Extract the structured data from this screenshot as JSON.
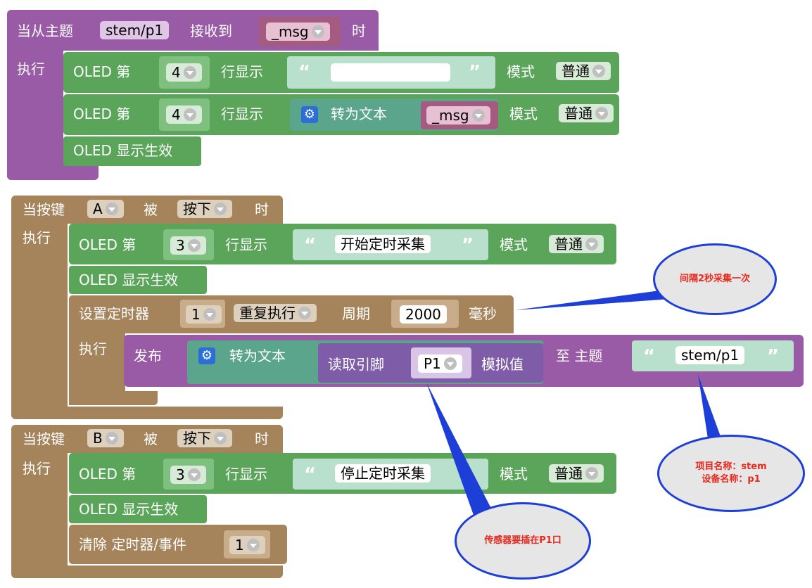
{
  "block1": {
    "hat": {
      "prefix": "当从主题",
      "topic": "stem/p1",
      "middle": "接收到",
      "var": "_msg",
      "suffix": "时"
    },
    "exec_label": "执行",
    "row1": {
      "oled": "OLED 第",
      "line": "4",
      "show": "行显示",
      "mode_label": "模式",
      "mode": "普通"
    },
    "row2": {
      "oled": "OLED 第",
      "line": "4",
      "show": "行显示",
      "convert": "转为文本",
      "var": "_msg",
      "mode_label": "模式",
      "mode": "普通"
    },
    "row3": {
      "label": "OLED 显示生效"
    }
  },
  "block2": {
    "hat": {
      "prefix": "当按键",
      "key": "A",
      "middle": "被",
      "action": "按下",
      "suffix": "时"
    },
    "exec_label": "执行",
    "row1": {
      "oled": "OLED 第",
      "line": "3",
      "show": "行显示",
      "text": "开始定时采集",
      "mode_label": "模式",
      "mode": "普通"
    },
    "row2": {
      "label": "OLED 显示生效"
    },
    "timer": {
      "label": "设置定时器",
      "id": "1",
      "repeat": "重复执行",
      "period_label": "周期",
      "period": "2000",
      "unit": "毫秒"
    },
    "exec_label2": "执行",
    "publish": {
      "label": "发布",
      "convert": "转为文本",
      "read": "读取引脚",
      "pin": "P1",
      "analog": "模拟值",
      "to": "至 主题",
      "topic": "stem/p1"
    }
  },
  "block3": {
    "hat": {
      "prefix": "当按键",
      "key": "B",
      "middle": "被",
      "action": "按下",
      "suffix": "时"
    },
    "exec_label": "执行",
    "row1": {
      "oled": "OLED 第",
      "line": "3",
      "show": "行显示",
      "text": "停止定时采集",
      "mode_label": "模式",
      "mode": "普通"
    },
    "row2": {
      "label": "OLED 显示生效"
    },
    "clear": {
      "label": "清除 定时器/事件",
      "id": "1"
    }
  },
  "annotations": {
    "interval": "间隔2秒采集一次",
    "project": "项目名称：stem",
    "device": "设备名称：p1",
    "sensor": "传感器要插在P1口"
  },
  "colors": {
    "purple": "#995ba5",
    "brown": "#a5835b",
    "green": "#5ba55b",
    "teal": "#5ba58c",
    "mauve": "#a55b80",
    "annotation_text": "#e8281c",
    "annotation_border": "#1d3fd8"
  }
}
